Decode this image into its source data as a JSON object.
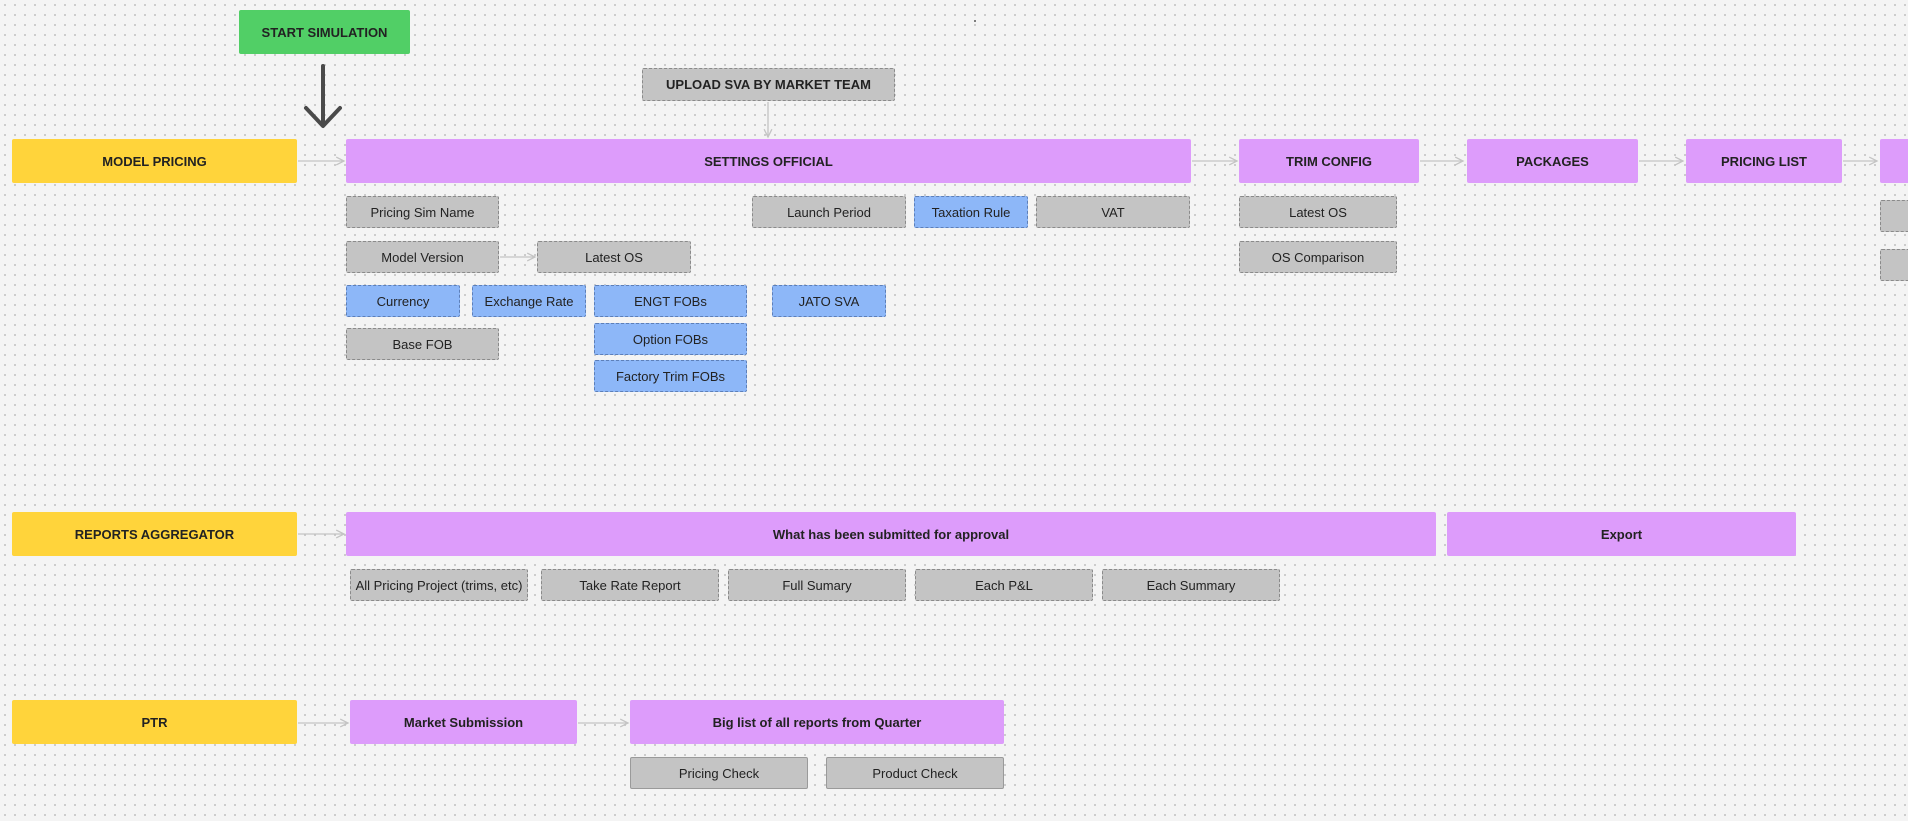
{
  "start": {
    "label": "START SIMULATION"
  },
  "upload": {
    "label": "UPLOAD SVA BY MARKET TEAM"
  },
  "model_pricing": {
    "label": "MODEL PRICING",
    "settings": "SETTINGS OFFICIAL",
    "trim_config": "TRIM CONFIG",
    "packages": "PACKAGES",
    "pricing_list": "PRICING LIST",
    "sub": {
      "pricing_sim_name": "Pricing Sim Name",
      "launch_period": "Launch Period",
      "taxation_rule": "Taxation Rule",
      "vat": "VAT",
      "model_version": "Model Version",
      "latest_os_a": "Latest OS",
      "currency": "Currency",
      "exchange_rate": "Exchange Rate",
      "engt_fobs": "ENGT FOBs",
      "jato_sva": "JATO SVA",
      "option_fobs": "Option FOBs",
      "base_fob": "Base FOB",
      "factory_trim_fobs": "Factory Trim FOBs",
      "latest_os_b": "Latest OS",
      "os_comparison": "OS Comparison"
    }
  },
  "reports": {
    "label": "REPORTS AGGREGATOR",
    "submitted": "What has been submitted for approval",
    "export": "Export",
    "sub": {
      "all_pricing": "All Pricing Project (trims, etc)",
      "take_rate": "Take Rate Report",
      "full_summary": "Full Sumary",
      "each_pl": "Each P&L",
      "each_summary": "Each Summary"
    }
  },
  "ptr": {
    "label": "PTR",
    "market_submission": "Market Submission",
    "big_list": "Big list of all reports from Quarter",
    "sub": {
      "pricing_check": "Pricing Check",
      "product_check": "Product Check"
    }
  },
  "colors": {
    "yellow": "#ffd43b",
    "purple": "#dd9cfb",
    "green": "#51cf66",
    "grey": "#c4c4c4",
    "blue": "#8db7f8"
  }
}
